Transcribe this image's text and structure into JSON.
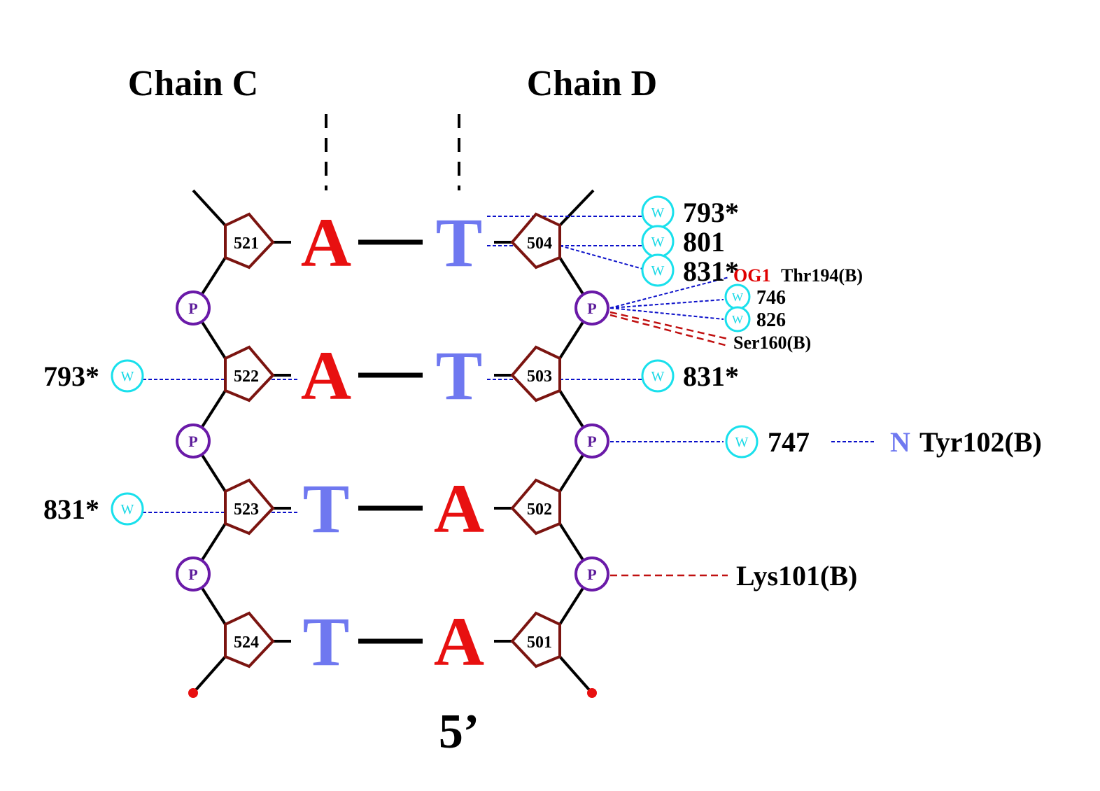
{
  "header": {
    "chain_c": "Chain C",
    "chain_d": "Chain D"
  },
  "footer": {
    "end_label": "5’"
  },
  "base_pairs": [
    {
      "left": "A",
      "right": "T",
      "left_color": "#e81010",
      "right_color": "#6f78f0"
    },
    {
      "left": "A",
      "right": "T",
      "left_color": "#e81010",
      "right_color": "#6f78f0"
    },
    {
      "left": "T",
      "right": "A",
      "left_color": "#6f78f0",
      "right_color": "#e81010"
    },
    {
      "left": "T",
      "right": "A",
      "left_color": "#6f78f0",
      "right_color": "#e81010"
    }
  ],
  "residues": {
    "chain_c": [
      "521",
      "522",
      "523",
      "524"
    ],
    "chain_d": [
      "504",
      "503",
      "502",
      "501"
    ]
  },
  "phosphate_label": "P",
  "water_symbol": "W",
  "waters_right": {
    "r1": "793*",
    "r2": "801",
    "r3": "831*",
    "p1a": "746",
    "p1b": "826",
    "row2": "831*",
    "p2": "747"
  },
  "waters_left": {
    "row2": "793*",
    "row3": "831*"
  },
  "contacts": {
    "og1_atom": "OG1",
    "thr194": "Thr194(B)",
    "ser160": "Ser160(B)",
    "n_atom": "N",
    "tyr102": "Tyr102(B)",
    "lys101": "Lys101(B)"
  },
  "colors": {
    "base_a": "#e81010",
    "base_t": "#6f78f0",
    "sugar": "#7b1410",
    "phosphate": "#6a1aa8",
    "water": "#19e0ec",
    "hbond": "#0b10c9",
    "nonbonded": "#c01010"
  }
}
